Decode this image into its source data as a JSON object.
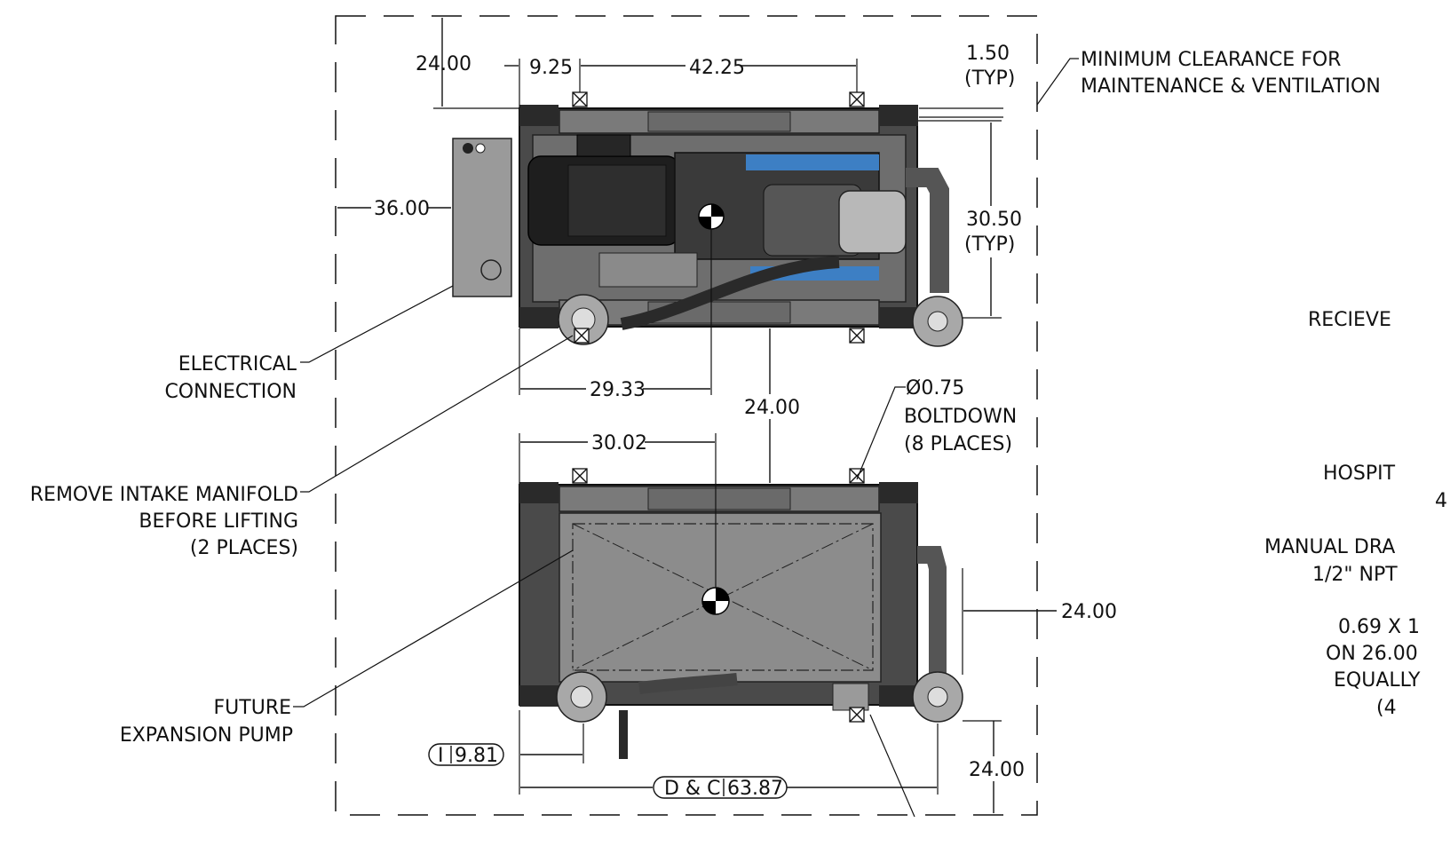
{
  "dimensions": {
    "top_clearance": "24.00",
    "left_offset": "9.25",
    "bolt_spacing": "42.25",
    "edge_offset": "1.50",
    "edge_offset_note": "(TYP)",
    "left_clearance": "36.00",
    "frame_depth": "30.50",
    "frame_depth_note": "(TYP)",
    "cg_x_top": "29.33",
    "between_views": "24.00",
    "cg_x_bottom": "30.02",
    "right_clearance": "24.00",
    "bottom_clearance": "24.00",
    "intake_conn": "9.81",
    "intake_conn_tag": "I",
    "drain_conn": "63.87",
    "drain_conn_tag": "D & C"
  },
  "notes": {
    "clearance_line1": "MINIMUM CLEARANCE FOR",
    "clearance_line2": "MAINTENANCE & VENTILATION",
    "electrical_line1": "ELECTRICAL",
    "electrical_line2": "CONNECTION",
    "manifold_line1": "REMOVE INTAKE MANIFOLD",
    "manifold_line2": "BEFORE LIFTING",
    "manifold_line3": "(2 PLACES)",
    "boltdown_line1": "Ø0.75",
    "boltdown_line2": "BOLTDOWN",
    "boltdown_line3": "(8 PLACES)",
    "future_line1": "FUTURE",
    "future_line2": "EXPANSION PUMP"
  },
  "cropped_notes": {
    "n1": "RECIEVE",
    "n2": "HOSPIT",
    "n3": "4",
    "n4": "MANUAL DRA",
    "n5": "1/2\" NPT",
    "n6": "0.69 X 1",
    "n7": "ON 26.00",
    "n8": "EQUALLY",
    "n9": "(4"
  },
  "colors": {
    "frame": "#4a4a4a",
    "frame_dark": "#2a2a2a",
    "base_plate": "#8c8c8c",
    "motor": "#1e1e1e",
    "pump_body": "#3a3a3a",
    "label_strip": "#3d7fc4",
    "control_box": "#9a9a9a",
    "flange": "#a8a8a8",
    "line": "#111111"
  }
}
